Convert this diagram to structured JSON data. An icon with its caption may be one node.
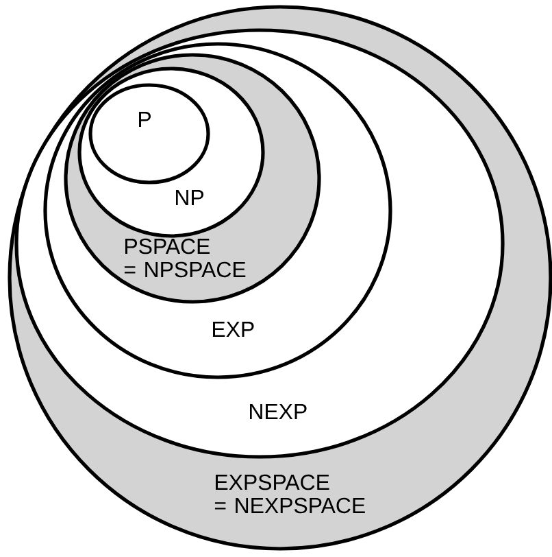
{
  "diagram": {
    "nodes": [
      {
        "text": [
          "EXPSPACE = NEXPSPACE"
        ]
      },
      {
        "text": [
          "NEXP"
        ],
        "in": 0
      },
      {
        "text": [
          "EXP"
        ],
        "in": 1
      },
      {
        "text": [
          "PSPACE = NPSPACE"
        ],
        "in": 2
      },
      {
        "text": [
          "NP"
        ],
        "in": 3
      },
      {
        "text": [
          "P"
        ],
        "in": 4
      }
    ]
  }
}
